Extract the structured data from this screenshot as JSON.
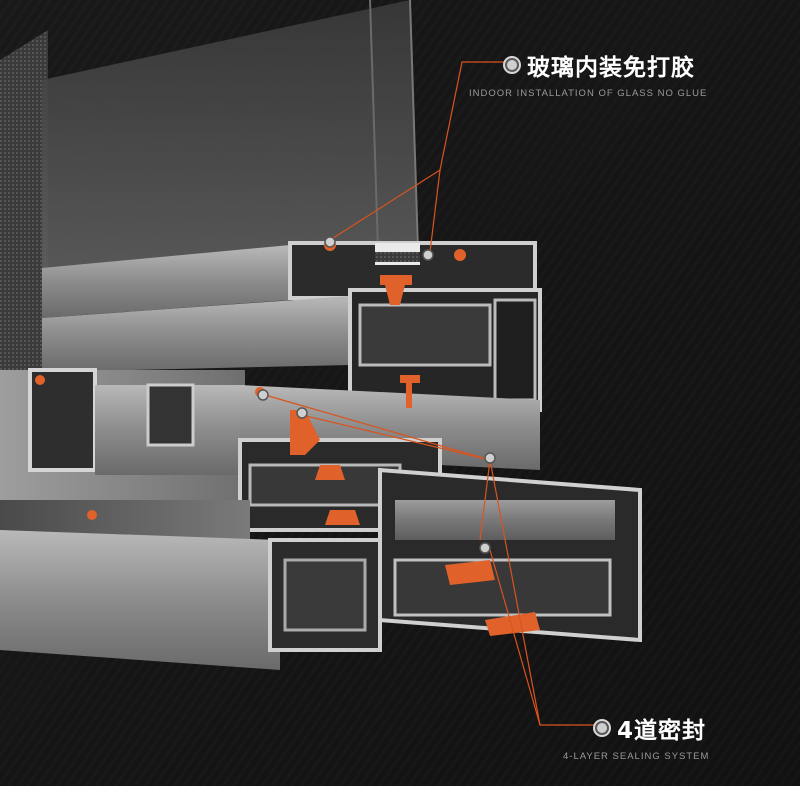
{
  "callouts": {
    "top": {
      "title": "玻璃内装免打胶",
      "subtitle": "INDOOR INSTALLATION OF GLASS NO GLUE"
    },
    "bottom": {
      "title": "4道密封",
      "subtitle": "4-LAYER SEALING SYSTEM"
    }
  },
  "colors": {
    "background": "#141414",
    "aluminum": "#8a8a8a",
    "gasket": "#e0622a",
    "leader_line": "#d9541f"
  }
}
